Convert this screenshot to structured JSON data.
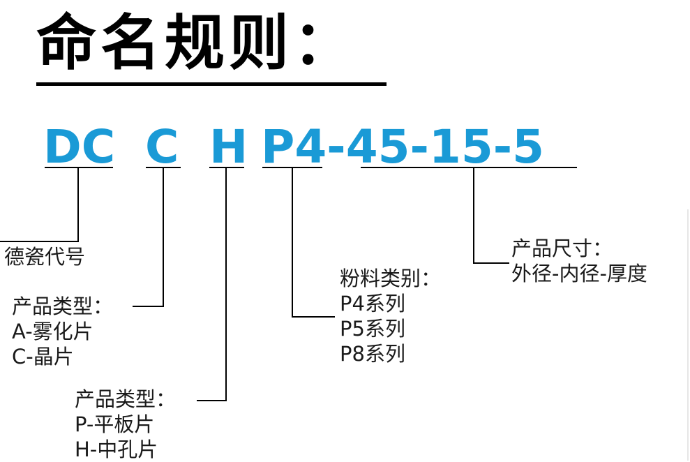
{
  "title": "命名规则：",
  "code": {
    "seg_dc": "DC",
    "seg_c": "C",
    "seg_h": "H",
    "seg_rest": "P4-45-15-5",
    "color": "#1a9ad6"
  },
  "labels": {
    "dc": {
      "line1": "德瓷代号"
    },
    "c": {
      "line1": "产品类型：",
      "line2": "A-雾化片",
      "line3": "C-晶片"
    },
    "h": {
      "line1": "产品类型：",
      "line2": "P-平板片",
      "line3": "H-中孔片"
    },
    "p": {
      "line1": "粉料类别：",
      "line2": "P4系列",
      "line3": "P5系列",
      "line4": "P8系列"
    },
    "size": {
      "line1": "产品尺寸：",
      "line2": "外径-内径-厚度"
    }
  }
}
